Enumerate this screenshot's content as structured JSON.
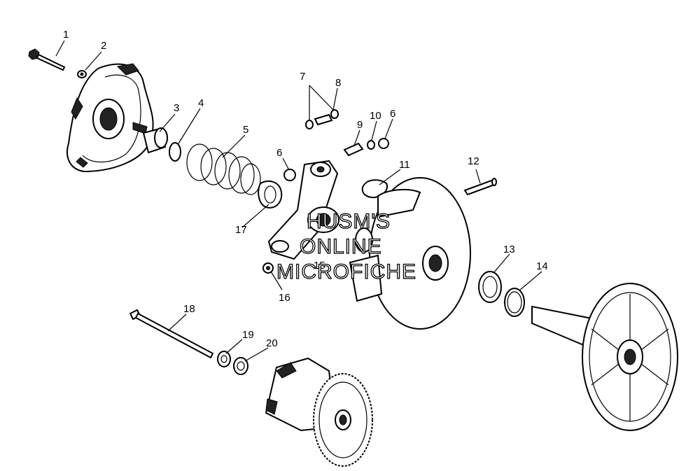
{
  "watermark": {
    "line1": "HUSM'S",
    "line2": "ONLINE",
    "line3": "MICROFICHE"
  },
  "callouts": [
    "1",
    "2",
    "3",
    "4",
    "5",
    "6",
    "6",
    "7",
    "8",
    "9",
    "10",
    "11",
    "12",
    "13",
    "14",
    "15",
    "16",
    "17",
    "18",
    "19",
    "20"
  ]
}
